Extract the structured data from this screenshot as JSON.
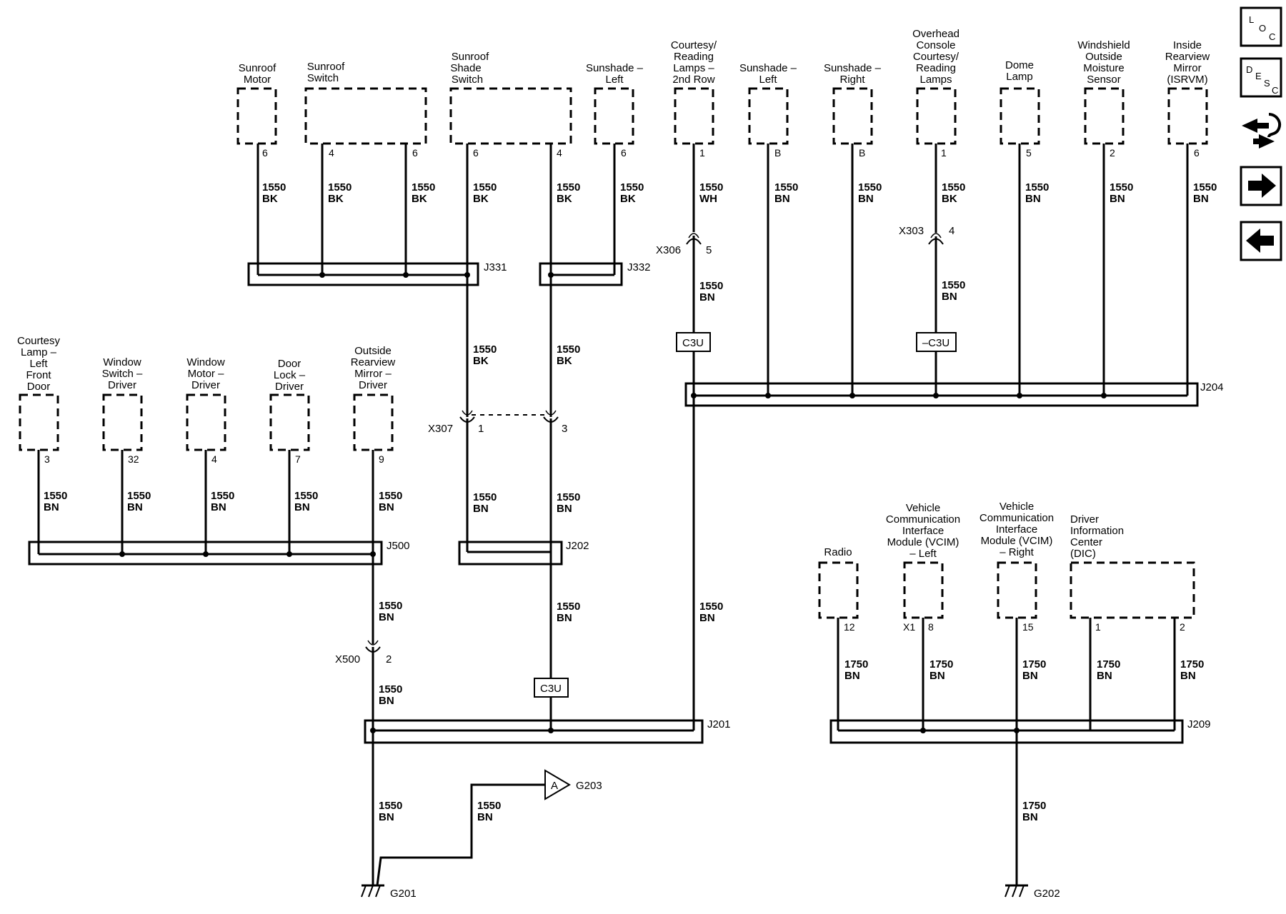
{
  "components": [
    {
      "id": "sunroof-motor",
      "label": [
        "Sunroof",
        "Motor"
      ]
    },
    {
      "id": "sunroof-switch",
      "label": [
        "Sunroof",
        "Switch"
      ]
    },
    {
      "id": "sunroof-shade-switch",
      "label": [
        "Sunroof",
        "Shade",
        "Switch"
      ]
    },
    {
      "id": "sunshade-left-rear",
      "label": [
        "Sunshade –",
        "Left"
      ]
    },
    {
      "id": "courtesy-reading-lamps-2nd-row",
      "label": [
        "Courtesy/",
        "Reading",
        "Lamps –",
        "2nd Row"
      ]
    },
    {
      "id": "sunshade-left",
      "label": [
        "Sunshade –",
        "Left"
      ]
    },
    {
      "id": "sunshade-right",
      "label": [
        "Sunshade –",
        "Right"
      ]
    },
    {
      "id": "overhead-console-lamps",
      "label": [
        "Overhead",
        "Console",
        "Courtesy/",
        "Reading",
        "Lamps"
      ]
    },
    {
      "id": "dome-lamp",
      "label": [
        "Dome",
        "Lamp"
      ]
    },
    {
      "id": "windshield-sensor",
      "label": [
        "Windshield",
        "Outside",
        "Moisture",
        "Sensor"
      ]
    },
    {
      "id": "inside-mirror",
      "label": [
        "Inside",
        "Rearview",
        "Mirror",
        "(ISRVM)"
      ]
    },
    {
      "id": "courtesy-lamp-left-front-door",
      "label": [
        "Courtesy",
        "Lamp –",
        "Left",
        "Front",
        "Door"
      ]
    },
    {
      "id": "window-switch-driver",
      "label": [
        "Window",
        "Switch –",
        "Driver"
      ]
    },
    {
      "id": "window-motor-driver",
      "label": [
        "Window",
        "Motor –",
        "Driver"
      ]
    },
    {
      "id": "door-lock-driver",
      "label": [
        "Door",
        "Lock –",
        "Driver"
      ]
    },
    {
      "id": "outside-mirror-driver",
      "label": [
        "Outside",
        "Rearview",
        "Mirror –",
        "Driver"
      ]
    },
    {
      "id": "radio",
      "label": [
        "Radio"
      ]
    },
    {
      "id": "vcim-left",
      "label": [
        "Vehicle",
        "Communication",
        "Interface",
        "Module (VCIM)",
        "– Left"
      ]
    },
    {
      "id": "vcim-right",
      "label": [
        "Vehicle",
        "Communication",
        "Interface",
        "Module (VCIM)",
        "– Right"
      ]
    },
    {
      "id": "dic",
      "label": [
        "Driver",
        "Information",
        "Center",
        "(DIC)"
      ]
    }
  ],
  "pins": [
    "6",
    "4",
    "6",
    "6",
    "4",
    "6",
    "1",
    "B",
    "B",
    "1",
    "5",
    "2",
    "6",
    "3",
    "32",
    "4",
    "7",
    "9",
    "12",
    "X1",
    "8",
    "15",
    "1",
    "2"
  ],
  "wires": [
    {
      "circuit": "1550",
      "color": "BK"
    },
    {
      "circuit": "1550",
      "color": "WH"
    },
    {
      "circuit": "1550",
      "color": "BN"
    },
    {
      "circuit": "1750",
      "color": "BN"
    }
  ],
  "splices": [
    "J331",
    "J332",
    "J204",
    "J500",
    "J202",
    "J201",
    "J209"
  ],
  "inline_connectors": [
    {
      "name": "X306",
      "pin": "5"
    },
    {
      "name": "X303",
      "pin": "4"
    },
    {
      "name": "X307",
      "pins": [
        "1",
        "3"
      ]
    },
    {
      "name": "X500",
      "pin": "2"
    }
  ],
  "boxes": [
    "C3U",
    "–C3U",
    "C3U"
  ],
  "grounds": [
    "G201",
    "G202",
    "G203"
  ],
  "offpage": {
    "letter": "A",
    "ref": "G203"
  },
  "nav": {
    "loc": [
      "L",
      "O",
      "C"
    ],
    "desc": [
      "D",
      "E",
      "S",
      "C"
    ],
    "icons": [
      "connector-icon",
      "next-arrow-icon",
      "back-arrow-icon"
    ]
  }
}
